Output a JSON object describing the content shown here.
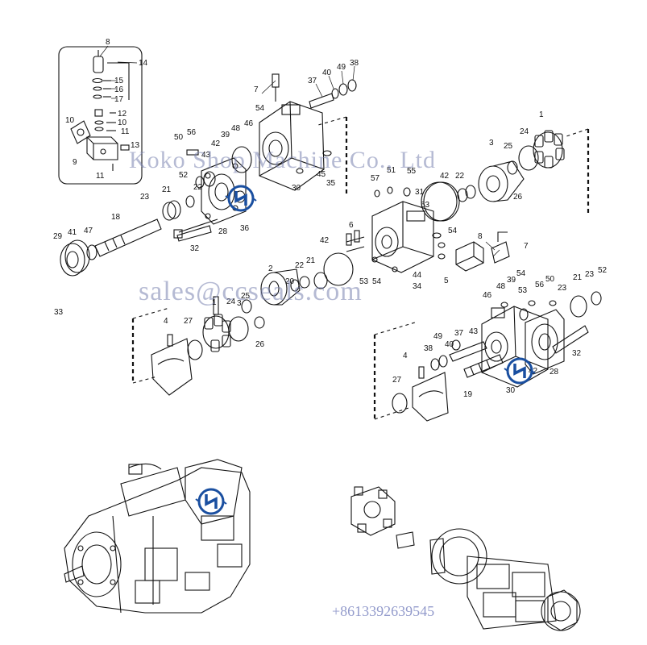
{
  "watermarks": {
    "company": "Koko Shop Machine Co., Ltd",
    "email": "sales@ccseals.com",
    "phone": "+8613392639545"
  },
  "diagram": {
    "kind": "exploded parts view",
    "colors": {
      "line": "#111111",
      "logo": "#1a4fa0",
      "watermark": "#8a93be"
    },
    "icons": [
      "company-logo-icon"
    ]
  },
  "callouts": {
    "c1": "1",
    "c2": "2",
    "c3": "3",
    "c4": "4",
    "c5": "5",
    "c6": "6",
    "c7": "7",
    "c8": "8",
    "c9": "9",
    "c10": "10",
    "c11": "11",
    "c12": "12",
    "c13": "13",
    "c14": "14",
    "c15": "15",
    "c16": "16",
    "c17": "17",
    "c18": "18",
    "c19": "19",
    "c20": "20",
    "c21": "21",
    "c22": "22",
    "c23": "23",
    "c24": "24",
    "c25": "25",
    "c26": "26",
    "c27": "27",
    "c28": "28",
    "c29": "29",
    "c30": "30",
    "c31": "31",
    "c32": "32",
    "c33": "33",
    "c34": "34",
    "c35": "35",
    "c36": "36",
    "c37": "37",
    "c38": "38",
    "c39": "39",
    "c40": "40",
    "c41": "41",
    "c42": "42",
    "c43": "43",
    "c44": "44",
    "c45": "45",
    "c46": "46",
    "c47": "47",
    "c48": "48",
    "c49": "49",
    "c50": "50",
    "c51": "51",
    "c52": "52",
    "c53": "53",
    "c54": "54",
    "c55": "55",
    "c56": "56",
    "c57": "57"
  }
}
